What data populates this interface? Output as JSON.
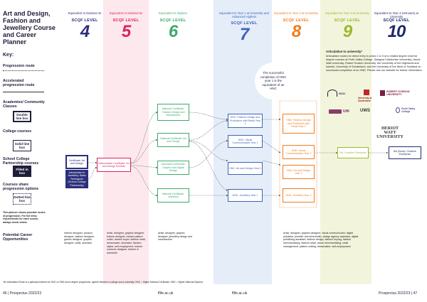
{
  "title": "Art and Design, Fashion and Jewellery Course and Career Planner",
  "key": {
    "heading": "Key:",
    "progression_route": "Progression route",
    "accelerated_route": "Accelerated progression route",
    "academies": "Academies/ Community Classes",
    "double_line_box": "Double line box",
    "college_courses": "College courses",
    "solid_line_box": "Solid line box",
    "school_college": "School College Partnership courses",
    "filled_in_box": "Filled in box",
    "courses_share": "Courses share progression options",
    "dotted_line_box": "Dotted line box",
    "planner_note": "This planner shows possible routes of progression. For full entry requirements for each course, always check online.",
    "potential_careers": "Potential Career Opportunities"
  },
  "levels": [
    {
      "sub": "Equivalent to National 4s",
      "scqf": "SCQF LEVEL",
      "num": "4",
      "color": "#2b2f7a",
      "bg": "#ffffff"
    },
    {
      "sub": "Equivalent to National 5s",
      "scqf": "SCQF LEVEL",
      "num": "5",
      "color": "#d8265f",
      "bg": "#fde8ee"
    },
    {
      "sub": "Equivalent to Highers",
      "scqf": "SCQF LEVEL",
      "num": "6",
      "color": "#3daa6a",
      "bg": "#ffffff"
    },
    {
      "sub": "Equivalent to Year 1 at University and Advanced Highers",
      "scqf": "SCQF LEVEL",
      "num": "7",
      "color": "#3b64b5",
      "bg": "#e5edf9"
    },
    {
      "sub": "Equivalent to Year 2 at University",
      "scqf": "SCQF LEVEL",
      "num": "8",
      "color": "#ef7d1d",
      "bg": "#ffffff"
    },
    {
      "sub": "Equivalent to Year 3 at University",
      "scqf": "SCQF LEVEL",
      "num": "9",
      "color": "#9bb82c",
      "bg": "#f2f5dc"
    },
    {
      "sub": "Equivalent to Year 4 (Honours) at University",
      "scqf": "SCQF LEVEL",
      "num": "10",
      "color": "#1f2a6e",
      "bg": "#ffffff"
    }
  ],
  "boxes": {
    "cert_art_design": "Certificate: Art and Design",
    "intro_jewellery": "Introduction to Jewellery: Basic Techniques (School College Partnership)",
    "intermediate_cert": "Intermediate Certificate: Art and Design Portfolio",
    "nc_fashion": "National Certificate: Fashion Design and Manufacture",
    "nc_art_design": "National Certificate: Art and Design",
    "adv_cert_graphic": "Advanced Certificate: Graphic and Digital Design",
    "nc_jewellery": "National Certificate: Jewellery",
    "hnc_fashion": "HNC: Fashion Design and Production with Retail Year 1",
    "hnc_visual": "HNC: Visual Communication Year 1",
    "hnc_art_design": "HNC: Art and Design Year 1",
    "hnc_jewellery": "HNC: Jewellery Year 1",
    "hnd_fashion": "HND: Fashion Design and Production with Retail Year 2",
    "hnd_visual": "HND: Visual Communication Year 2",
    "hnd_art_design": "HND: Art and Design Year 2",
    "hnd_jewellery": "HND: Jewellery Year 2",
    "ba_creative": "BA: Creative Enterprise",
    "ba_hons": "BA (Hons): Creative Enterprise"
  },
  "circle_note": "The successful completion of HNC year 1 is the equivalent of an HNC",
  "articulation": {
    "heading": "Articulation to university*",
    "body": "Articulation routes for direct entry to years 2 or 3 of a related degree exist for degree courses at Forth Valley College, Glasgow Caledonian University, Heriot-Watt University, Robert Gordon University, the University of the Highlands and Islands, University of Sunderland, and the University of the West of Scotland on successful completion of an HND. Please see our website for further information."
  },
  "logos": {
    "gcu": "GCU",
    "sunderland": "University of Sunderland",
    "rgu": "ROBERT GORDON UNIVERSITY",
    "uhi": "UHI",
    "uws": "UWS",
    "forth_valley": "Forth Valley College",
    "heriot_watt": "HERIOT WATT UNIVERSITY"
  },
  "careers": {
    "col4": "Interior designer, product designer, fashion designer, games designer, graphic designer, artist, animator",
    "col5": "Artist, designer, graphic designer, trainee designer, trainee pattern cutter, trainee buyer, fashion retail, dressmaker, illustrator, fashion stylist, self-employment, trainee costume designer, trainee in wardrobe",
    "col6": "Artist, designer, graphic designer, jewellery design and manufacture",
    "col8": "Artist, designer, graphic designer, visual communicator, digital publisher, jeweller and silversmith, design agency assistant, digital publishing assistant, fashion design, fashion buying, fashion merchandising, fashion retail, visual merchandising, retail management, pattern cutting, dressmaker, self-employment"
  },
  "footnote": "*An Articulation Route is a pathway between an HNC or HND and a degree programme, agreed between a college and a university. HNC = Higher National Certificate, HND = Higher National Diploma",
  "footer": {
    "left": "46 | Prospectus 2022/23",
    "url1": "ffife.ac.uk",
    "url2": "ffife.ac.uk",
    "right": "Prospectus 2022/23 | 47"
  }
}
